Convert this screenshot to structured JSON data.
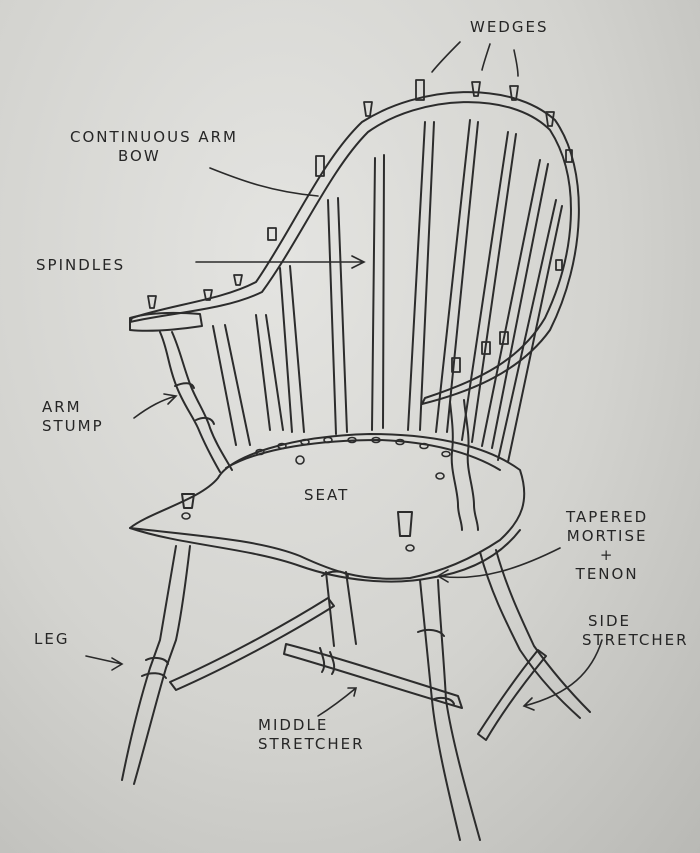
{
  "labels": {
    "wedges": "WEDGES",
    "arm_bow": [
      "CONTINUOUS ARM",
      "BOW"
    ],
    "spindles": "SPINDLES",
    "arm_stump": [
      "ARM",
      "STUMP"
    ],
    "seat": "SEAT",
    "mortise": [
      "TAPERED",
      "MORTISE",
      "+",
      "TENON"
    ],
    "leg": "LEG",
    "side_stretcher": [
      "SIDE",
      "STRETCHER"
    ],
    "middle_stretcher": [
      "MIDDLE",
      "STRETCHER"
    ]
  },
  "colors": {
    "paper": "#dcdcd8",
    "pencil": "#2a2a2a",
    "shadow": "#3a3a3a"
  }
}
